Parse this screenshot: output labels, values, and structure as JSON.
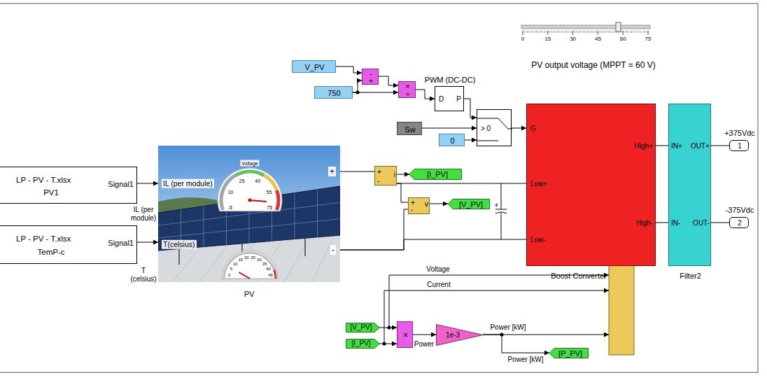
{
  "diagram": {
    "nodes": [
      {
        "text": [
          "V_PV"
        ]
      },
      {
        "text": [
          "750"
        ]
      },
      {
        "text": [
          "-",
          "+"
        ]
      },
      {
        "text": [
          "×",
          "÷"
        ]
      },
      {
        "text": [
          "PWM (DC-DC)",
          "D",
          "P"
        ]
      },
      {
        "text": [
          "Sw"
        ]
      },
      {
        "text": [
          "0"
        ]
      },
      {
        "text": [
          "> 0"
        ]
      },
      {
        "text": [
          "G",
          "High+",
          "Low+",
          "High-",
          "Low-",
          "Boost Converter"
        ]
      },
      {
        "text": [
          "IN+",
          "OUT+",
          "IN-",
          "OUT-",
          "Filter2"
        ]
      },
      {
        "text": [
          "1",
          "+375Vdc"
        ]
      },
      {
        "text": [
          "2",
          "-375Vdc"
        ]
      },
      {
        "text": [
          "LP - PV - T.xlsx",
          "Signal1",
          "PV1"
        ]
      },
      {
        "text": [
          "LP - PV - T.xlsx",
          "Signal1",
          "TemP-c"
        ]
      },
      {
        "text": [
          "IL (per module)",
          "T(celsius)",
          "+",
          "-",
          "Voltage",
          "-5",
          "10",
          "25",
          "40",
          "55",
          "75",
          "0",
          "5",
          "10",
          "15",
          "20",
          "25",
          "30",
          "35",
          "40",
          "45",
          "PV"
        ]
      },
      {
        "text": [
          "+",
          "i",
          "-"
        ]
      },
      {
        "text": [
          "[I_PV]"
        ]
      },
      {
        "text": [
          "+",
          "v",
          "-"
        ]
      },
      {
        "text": [
          "[V_PV]"
        ]
      },
      {
        "text": [
          "[V_PV]"
        ]
      },
      {
        "text": [
          "[I_PV]"
        ]
      },
      {
        "text": [
          "×"
        ]
      },
      {
        "text": [
          "1e-3"
        ]
      },
      {
        "text": [
          "[P_PV]"
        ]
      }
    ],
    "edges": [
      {
        "from": 0,
        "to": 2,
        "arrow": "to"
      },
      {
        "from": 1,
        "to": 2,
        "arrow": "to"
      },
      {
        "from": 1,
        "to": 3,
        "arrow": "to"
      },
      {
        "from": 2,
        "to": 3,
        "arrow": "to"
      },
      {
        "from": 3,
        "to": 4,
        "arrow": "to"
      },
      {
        "from": 4,
        "to": 7,
        "arrow": "to"
      },
      {
        "from": 5,
        "to": 7,
        "arrow": "to"
      },
      {
        "from": 6,
        "to": 7,
        "arrow": "to"
      },
      {
        "from": 7,
        "to": 8,
        "arrow": "to"
      },
      {
        "from": 8,
        "to": 9,
        "arrow": "none"
      },
      {
        "from": 8,
        "to": 9,
        "arrow": "none"
      },
      {
        "from": 9,
        "to": 10,
        "arrow": "none"
      },
      {
        "from": 9,
        "to": 11,
        "arrow": "none"
      },
      {
        "from": 12,
        "to": 14,
        "label": "IL (per module)",
        "arrow": "to"
      },
      {
        "from": 13,
        "to": 14,
        "label": "T (celsius)",
        "arrow": "to"
      },
      {
        "from": 14,
        "to": 15,
        "arrow": "none"
      },
      {
        "from": 15,
        "to": 16,
        "arrow": "to"
      },
      {
        "from": 15,
        "to": 8,
        "arrow": "none"
      },
      {
        "from": 15,
        "to": 17,
        "arrow": "none"
      },
      {
        "from": 17,
        "to": 18,
        "arrow": "to"
      },
      {
        "from": 14,
        "to": 17,
        "arrow": "none"
      },
      {
        "from": 14,
        "to": 8,
        "arrow": "none"
      },
      {
        "from": 19,
        "to": 21,
        "arrow": "to"
      },
      {
        "from": 20,
        "to": 21,
        "arrow": "to"
      },
      {
        "from": 21,
        "to": 22,
        "label": "Power",
        "arrow": "to"
      },
      {
        "from": 22,
        "to": 23,
        "label": "Power [kW]",
        "arrow": "to"
      }
    ],
    "labels": [
      "PV output voltage (MPPT = 60 V)",
      "0",
      "15",
      "30",
      "45",
      "60",
      "75",
      "Voltage",
      "Current",
      "Power [kW]"
    ]
  }
}
